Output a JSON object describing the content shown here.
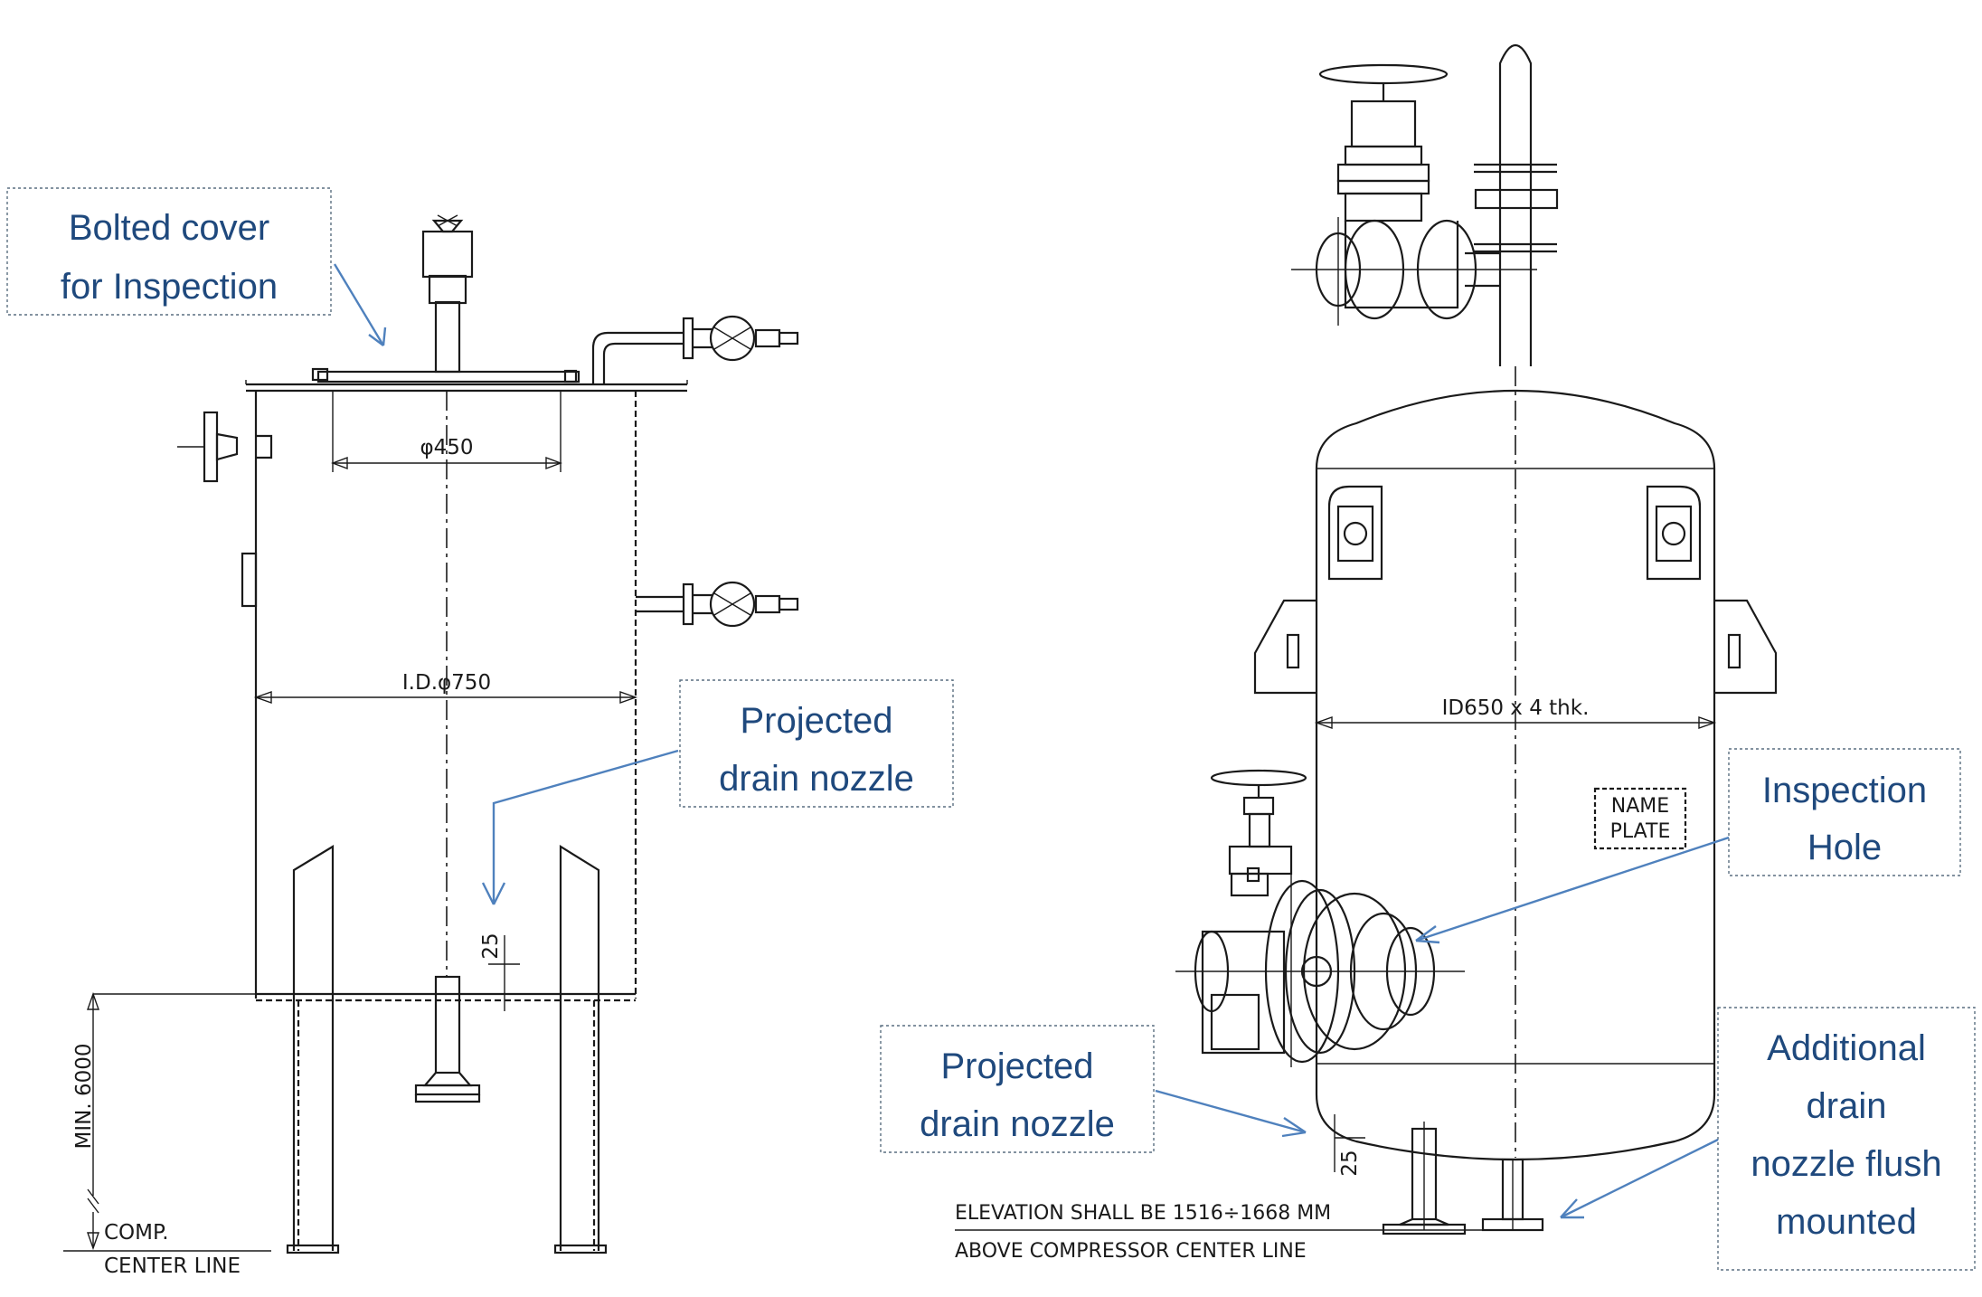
{
  "callouts": {
    "bolted_cover": [
      "Bolted cover",
      "for Inspection"
    ],
    "left_drain": [
      "Projected",
      "drain nozzle"
    ],
    "inspection_hole": [
      "Inspection",
      "Hole"
    ],
    "right_drain": [
      "Projected",
      "drain nozzle"
    ],
    "additional_drain": [
      "Additional",
      "drain",
      "nozzle flush",
      "mounted"
    ]
  },
  "left_drawing": {
    "cover_dim": "φ450",
    "shell_dim": "I.D.φ750",
    "drain_dim": "25",
    "elevation_dim": "MIN. 6000",
    "center_line": [
      "COMP.",
      "CENTER LINE"
    ]
  },
  "right_drawing": {
    "shell_dim": "ID650 x 4 thk.",
    "name_plate": [
      "NAME",
      "PLATE"
    ],
    "drain_dim": "25",
    "elevation_note": [
      "ELEVATION SHALL BE 1516÷1668 MM",
      "ABOVE COMPRESSOR CENTER LINE"
    ]
  },
  "colors": {
    "callout_text": "#1f497d",
    "callout_arrow": "#4f81bd",
    "line_work": "#1a1a1a"
  }
}
